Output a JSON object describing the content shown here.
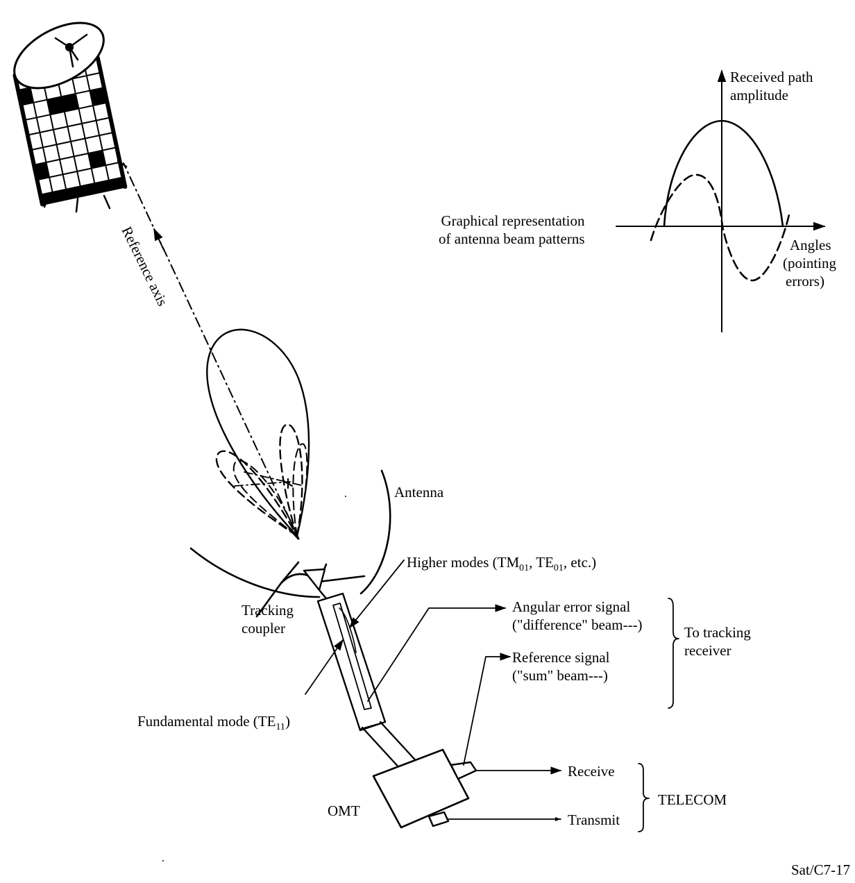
{
  "labels": {
    "reference_axis": "Reference axis",
    "received_path_amplitude": [
      "Received path",
      "amplitude"
    ],
    "graphical_representation": [
      "Graphical representation",
      "of antenna beam patterns"
    ],
    "angles": [
      "Angles",
      "(pointing",
      "errors)"
    ],
    "antenna": "Antenna",
    "higher_modes": {
      "prefix": "Higher modes (TM",
      "sub1": "01",
      "mid": ", TE",
      "sub2": "01",
      "suffix": ", etc.)"
    },
    "tracking_coupler": [
      "Tracking",
      "coupler"
    ],
    "angular_error_signal": [
      "Angular error signal",
      "(\"difference\" beam---)"
    ],
    "reference_signal": [
      "Reference signal",
      "(\"sum\" beam---)"
    ],
    "to_tracking_receiver": [
      "To tracking",
      "receiver"
    ],
    "fundamental_mode": {
      "prefix": "Fundamental mode (TE",
      "sub": "11",
      "suffix": ")"
    },
    "receive": "Receive",
    "transmit": "Transmit",
    "omt": "OMT",
    "telecom": "TELECOM",
    "figure_code": "Sat/C7-17"
  }
}
